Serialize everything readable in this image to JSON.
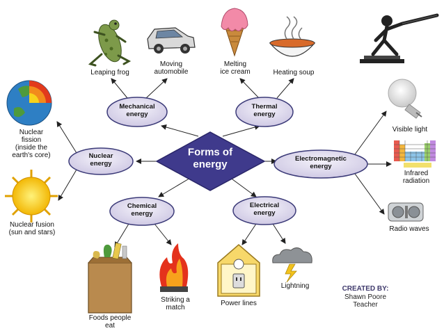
{
  "center": {
    "label": "Forms of\nenergy"
  },
  "categories": {
    "mechanical": "Mechanical\nenergy",
    "thermal": "Thermal\nenergy",
    "nuclear": "Nuclear\nenergy",
    "electromagnetic": "Electromagnetic\nenergy",
    "chemical": "Chemical\nenergy",
    "electrical": "Electrical\nenergy"
  },
  "examples": {
    "leaping_frog": "Leaping frog",
    "moving_automobile": "Moving\nautomobile",
    "melting_ice_cream": "Melting\nice cream",
    "heating_soup": "Heating soup",
    "nuclear_fission": "Nuclear\nfission\n(inside the\nearth's core)",
    "nuclear_fusion": "Nuclear fusion\n(sun and stars)",
    "visible_light": "Visible light",
    "infrared_radiation": "Infrared\nradiation",
    "radio_waves": "Radio waves",
    "foods_people_eat": "Foods people\neat",
    "striking_a_match": "Striking a\nmatch",
    "power_lines": "Power lines",
    "lightning": "Lightning"
  },
  "credit": {
    "heading": "CREATED BY:",
    "name": "Shawn Poore",
    "role": "Teacher"
  },
  "colors": {
    "ellipse_fill": "#d9d4ea",
    "ellipse_stroke": "#3b3a78",
    "diamond_fill": "#3f3a8c",
    "arrow": "#222222"
  },
  "icons": [
    "frog-icon",
    "car-icon",
    "ice-cream-icon",
    "soup-bowl-icon",
    "fencer-icon",
    "earth-core-icon",
    "sun-icon",
    "light-bulb-icon",
    "periodic-table-icon",
    "radio-icon",
    "grocery-bag-icon",
    "flame-icon",
    "house-outlet-icon",
    "storm-cloud-icon"
  ]
}
